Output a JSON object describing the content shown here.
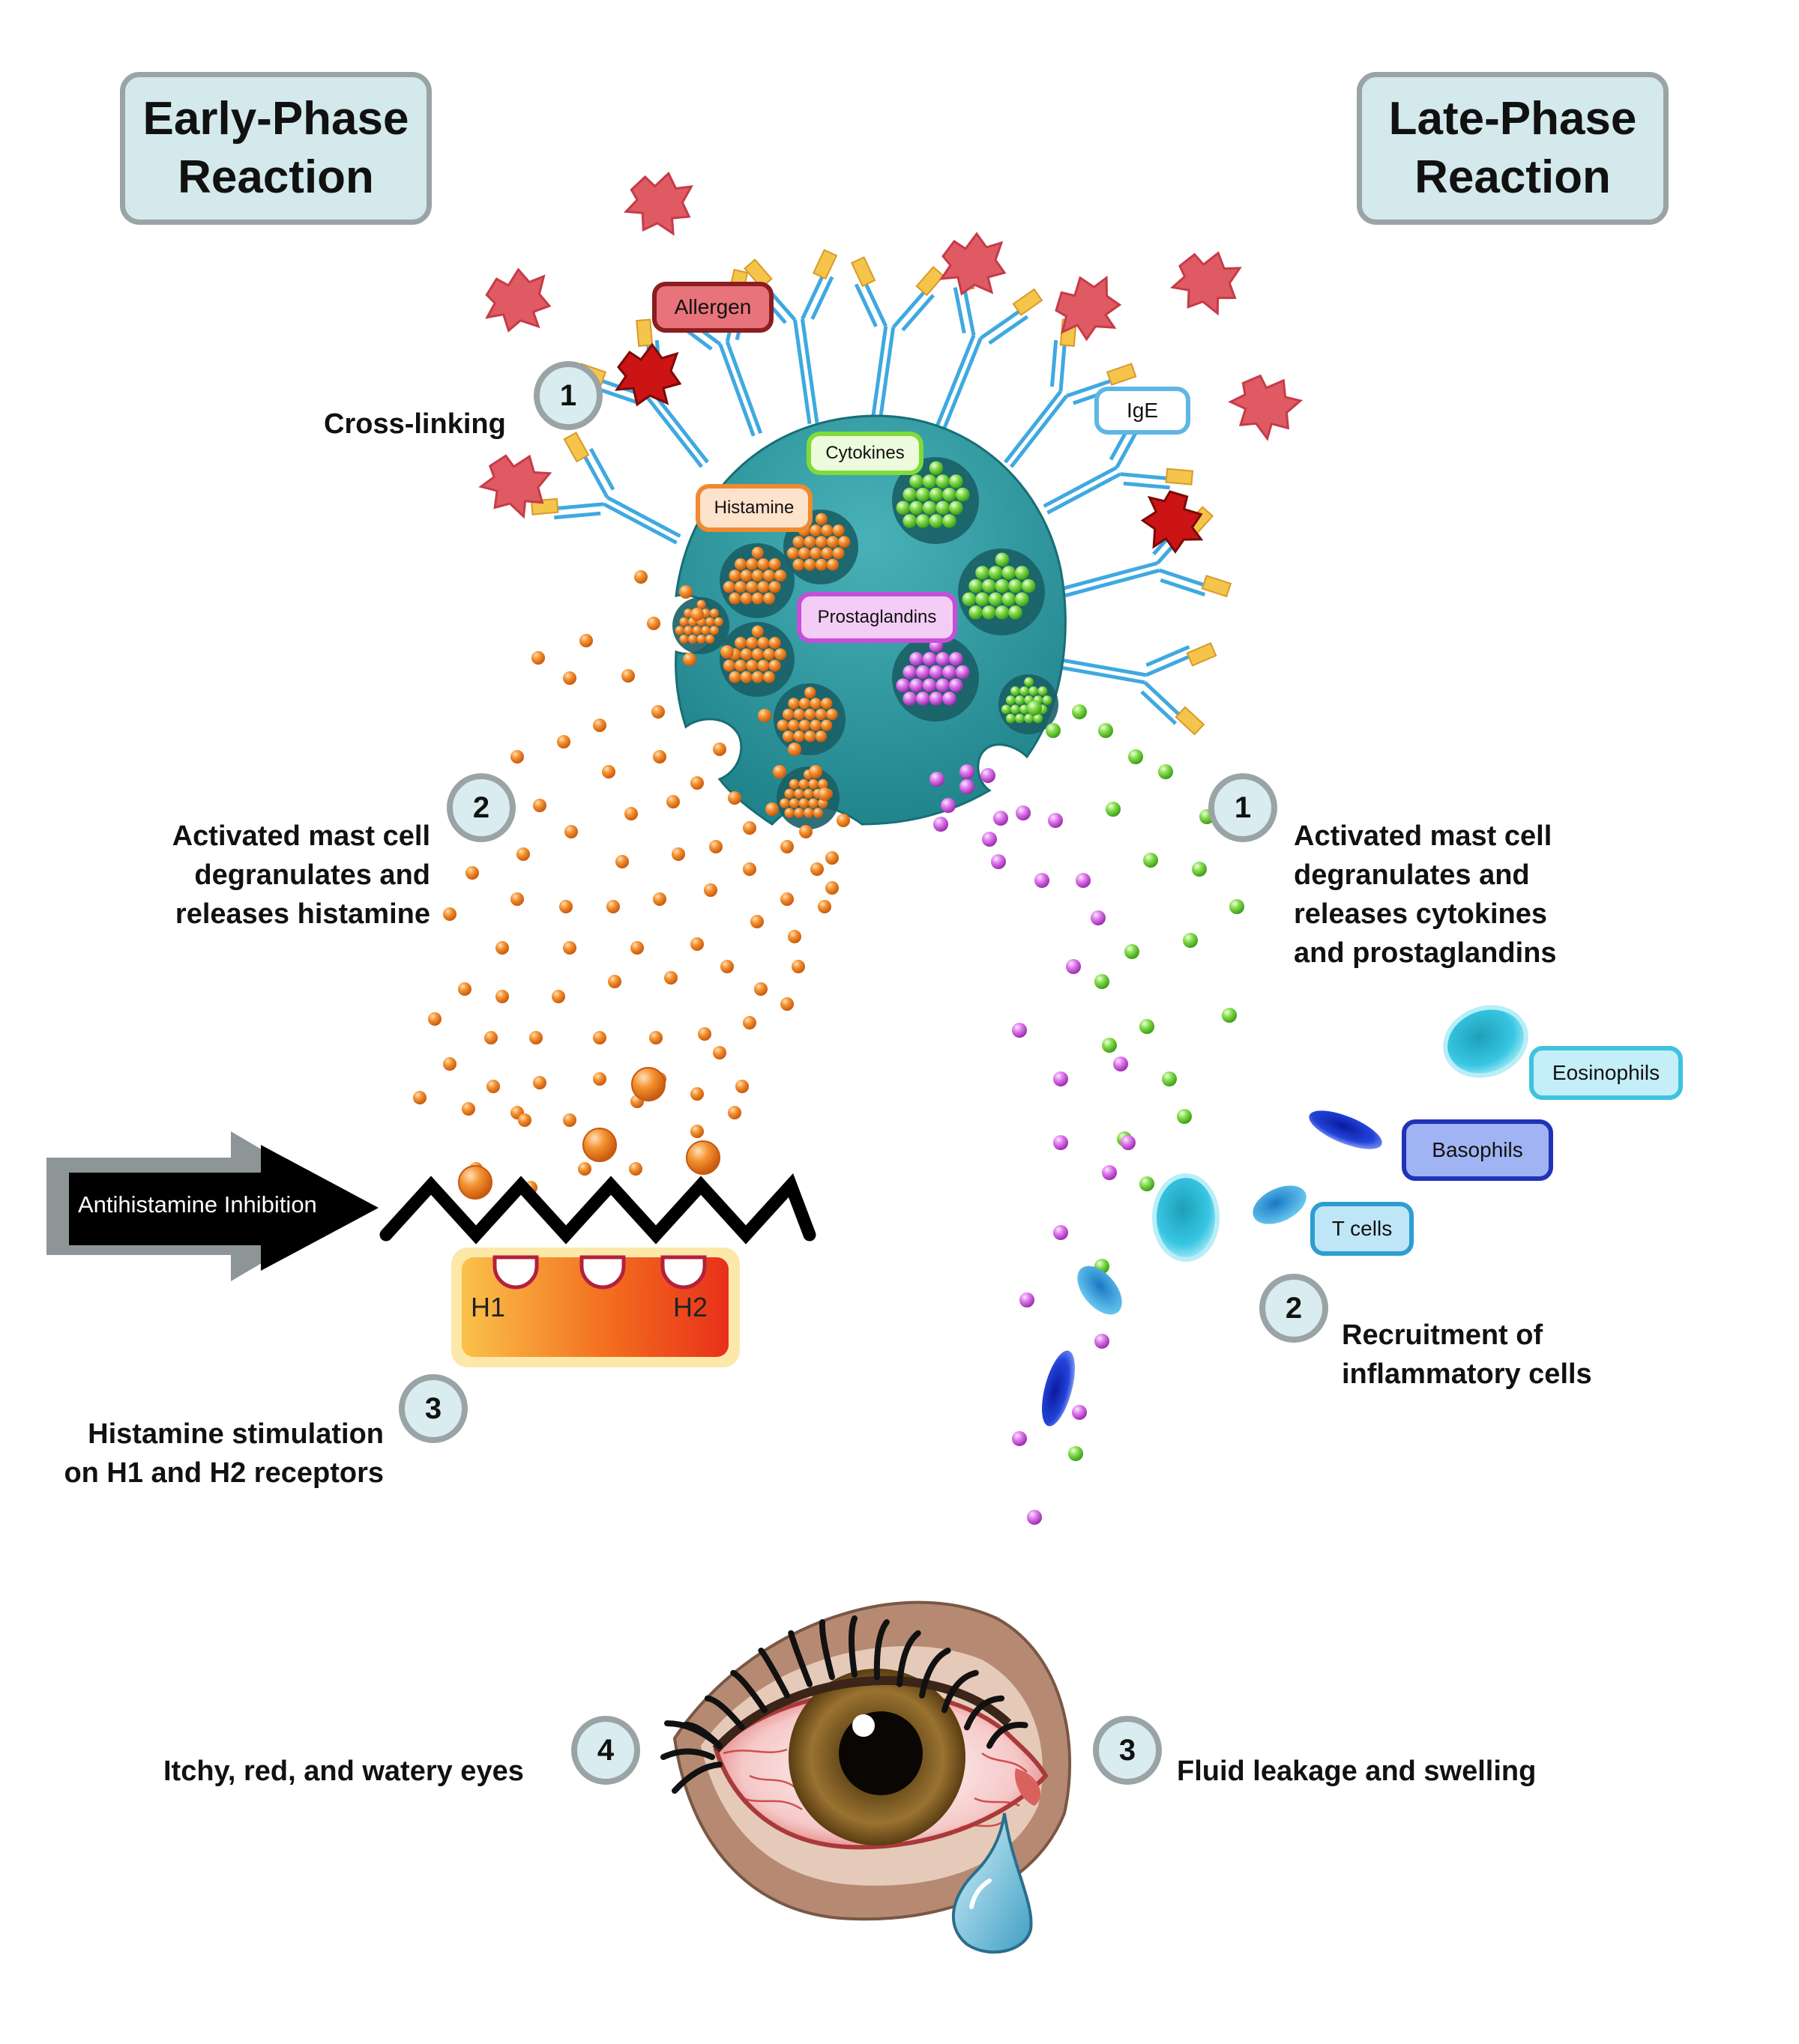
{
  "headers": {
    "early_phase": "Early-Phase\nReaction",
    "late_phase": "Late-Phase\nReaction"
  },
  "labels": {
    "allergen": "Allergen",
    "ige": "IgE",
    "cytokines": "Cytokines",
    "histamine": "Histamine",
    "prostaglandins": "Prostaglandins",
    "eosinophils": "Eosinophils",
    "basophils": "Basophils",
    "t_cells": "T cells",
    "antihistamine": "Antihistamine Inhibition",
    "h1": "H1",
    "h2": "H2"
  },
  "early_steps": [
    {
      "number": "1",
      "text": "Cross-linking"
    },
    {
      "number": "2",
      "text": "Activated mast cell\ndegranulates and\nreleases histamine"
    },
    {
      "number": "3",
      "text": "Histamine stimulation\non H1 and H2 receptors"
    },
    {
      "number": "4",
      "text": "Itchy, red, and watery eyes"
    }
  ],
  "late_steps": [
    {
      "number": "1",
      "text": "Activated mast cell\ndegranulates and\nreleases cytokines\nand prostaglandins"
    },
    {
      "number": "2",
      "text": "Recruitment of\ninflammatory cells"
    },
    {
      "number": "3",
      "text": "Fluid leakage and swelling"
    }
  ],
  "colors": {
    "mast_cell": "#2e9ba3",
    "histamine": "#f08a2e",
    "cytokines": "#7ad842",
    "prostaglandins": "#d86be6",
    "allergen": "#e05a63",
    "ige": "#3fa9e0",
    "box_fill": "#d3e9ec",
    "box_border": "#9aa3a5"
  }
}
